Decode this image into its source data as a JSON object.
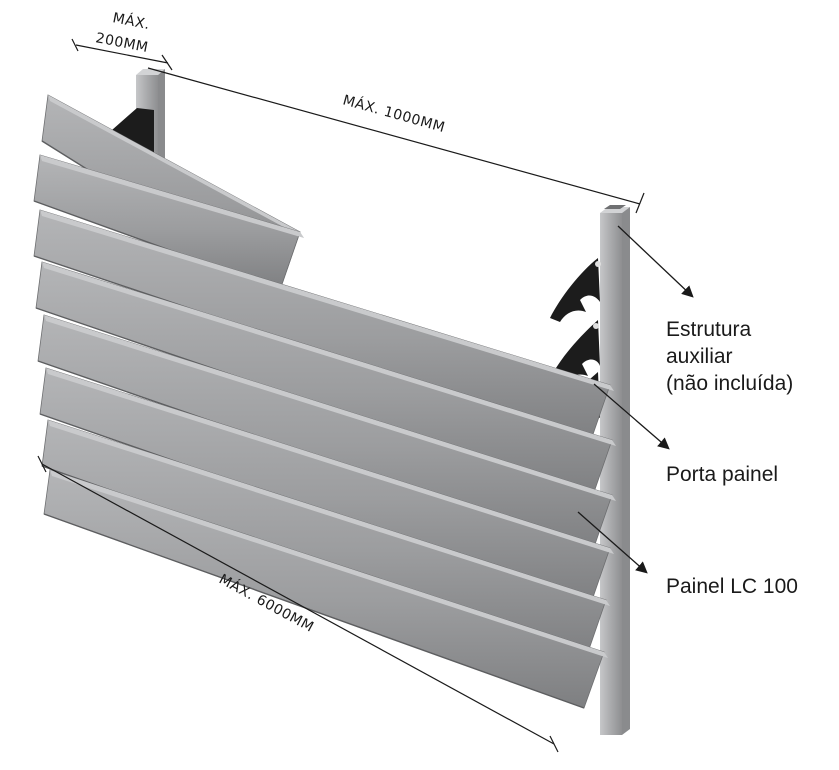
{
  "dimensions": {
    "bracket_spacing": [
      "MÁX.",
      "200MM"
    ],
    "post_spacing": "MÁX. 1000MM",
    "panel_length": "MÁX. 6000MM"
  },
  "callouts": {
    "structure": [
      "Estrutura",
      "auxiliar",
      "(não incluída)"
    ],
    "bracket": "Porta painel",
    "panel": "Painel LC 100"
  },
  "colors": {
    "panel": "#9a9b9d",
    "post": "#a8a9ab",
    "bracket": "#1c1c1c",
    "lines": "#1a1a1a"
  }
}
